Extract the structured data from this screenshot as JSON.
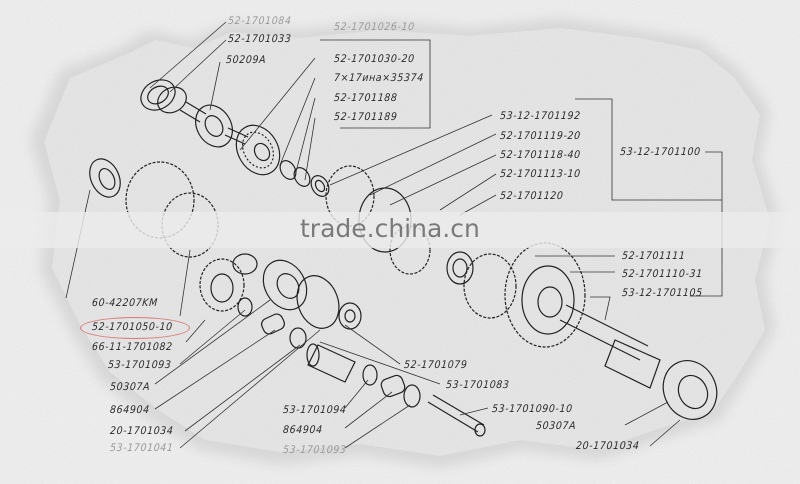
{
  "diagram": {
    "type": "exploded-view parts diagram",
    "subject": "gearbox shaft assembly",
    "watermark": "trade.china.cn",
    "highlighted_part": "52-1701050-10"
  },
  "labels": {
    "top": [
      {
        "id": "p1",
        "text": "52-1701084",
        "faint": true
      },
      {
        "id": "p2",
        "text": "52-1701033"
      },
      {
        "id": "p3",
        "text": "50209A"
      },
      {
        "id": "p4",
        "text": "52-1701026-10",
        "faint": true
      },
      {
        "id": "p5",
        "text": "52-1701030-20"
      },
      {
        "id": "p6",
        "text": "7×17ина×35374"
      },
      {
        "id": "p7",
        "text": "52-1701188"
      },
      {
        "id": "p8",
        "text": "52-1701189"
      }
    ],
    "right": [
      {
        "id": "r1",
        "text": "53-12-1701192"
      },
      {
        "id": "r2",
        "text": "52-1701119-20"
      },
      {
        "id": "r3",
        "text": "52-1701118-40"
      },
      {
        "id": "r4",
        "text": "52-1701113-10"
      },
      {
        "id": "r5",
        "text": "52-1701120"
      },
      {
        "id": "r6",
        "text": "53-12-1701100"
      },
      {
        "id": "r7",
        "text": "52-1701111"
      },
      {
        "id": "r8",
        "text": "52-1701110-31"
      },
      {
        "id": "r9",
        "text": "53-12-1701105"
      }
    ],
    "left": [
      {
        "id": "l1",
        "text": "60-42207KM"
      },
      {
        "id": "l2",
        "text": "52-1701050-10"
      },
      {
        "id": "l3",
        "text": "66-11-1701082"
      },
      {
        "id": "l4",
        "text": "53-1701093"
      },
      {
        "id": "l5",
        "text": "50307A"
      },
      {
        "id": "l6",
        "text": "864904"
      },
      {
        "id": "l7",
        "text": "20-1701034"
      },
      {
        "id": "l8",
        "text": "53-1701041",
        "faint": true
      }
    ],
    "bottom": [
      {
        "id": "b1",
        "text": "52-1701079"
      },
      {
        "id": "b2",
        "text": "53-1701083"
      },
      {
        "id": "b3",
        "text": "53-1701094"
      },
      {
        "id": "b4",
        "text": "864904"
      },
      {
        "id": "b5",
        "text": "53-1701093",
        "faint": true
      },
      {
        "id": "b6",
        "text": "53-1701090-10"
      },
      {
        "id": "b7",
        "text": "50307A"
      },
      {
        "id": "b8",
        "text": "20-1701034"
      }
    ]
  },
  "colors": {
    "paper": "#e6e6e6",
    "background": "#f3f3f3",
    "ink": "#2a2a2a",
    "highlight": "#d97a78"
  }
}
